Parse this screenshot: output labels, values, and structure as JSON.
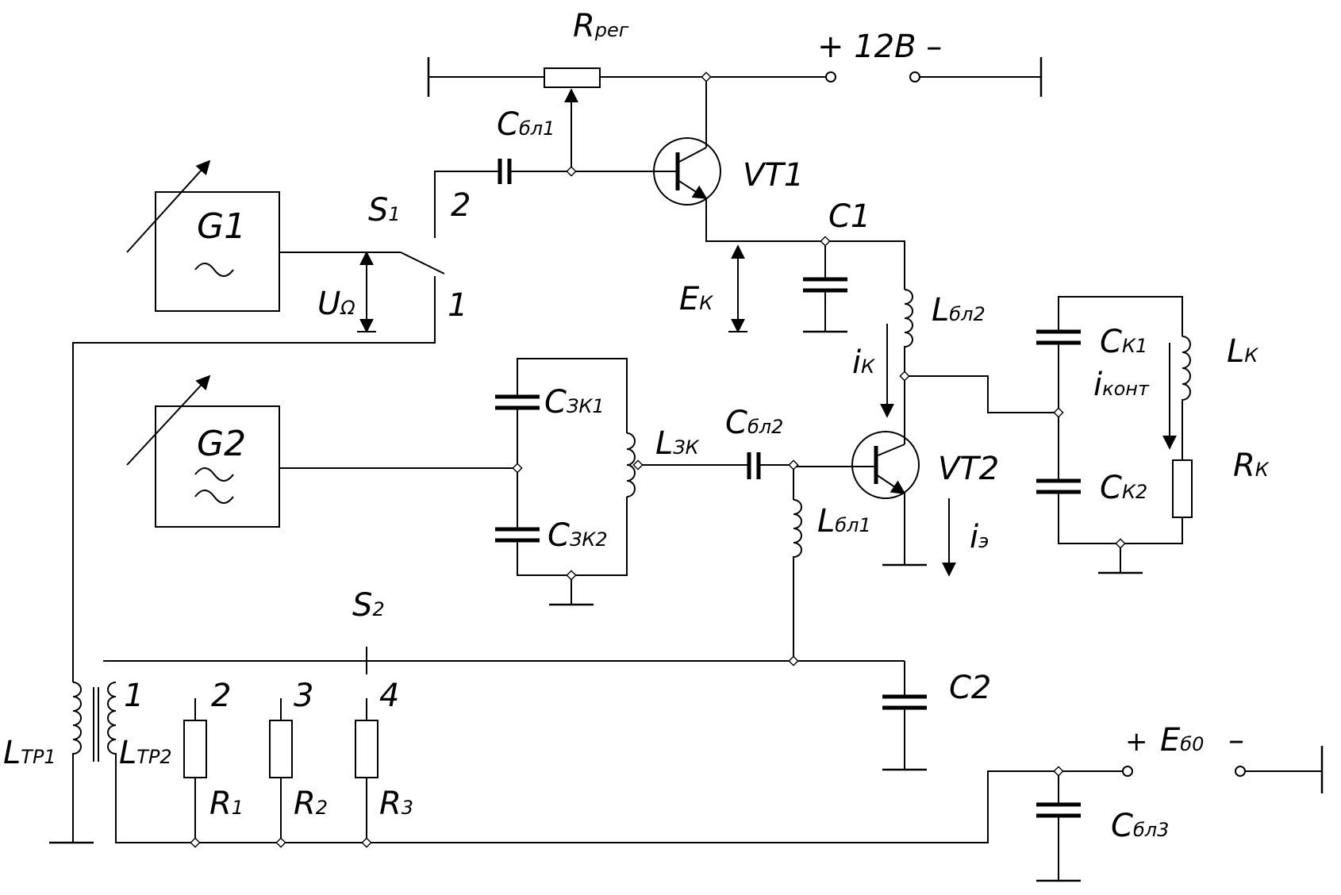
{
  "labels": {
    "rreg": {
      "main": "R",
      "sub": "рег"
    },
    "supply12": "+ 12В –",
    "cbl1": {
      "main": "C",
      "sub": "бл1"
    },
    "vt1": "VT1",
    "c1": "C1",
    "g1": "G1",
    "s1": {
      "main": "S",
      "sub": "1"
    },
    "s1_pos2": "2",
    "s1_pos1": "1",
    "uomega": {
      "main": "U",
      "sub": "Ω"
    },
    "ek": {
      "main": "E",
      "sub": "К"
    },
    "lbl2": {
      "main": "L",
      "sub": "бл2"
    },
    "ck1": {
      "main": "C",
      "sub": "К1"
    },
    "lk": {
      "main": "L",
      "sub": "К"
    },
    "ik": {
      "main": "i",
      "sub": "К"
    },
    "ikont": {
      "main": "i",
      "sub": "конт"
    },
    "g2": "G2",
    "czk1": {
      "main": "C",
      "sub": "ЗК1"
    },
    "lzk": {
      "main": "L",
      "sub": "ЗК"
    },
    "cbl2": {
      "main": "C",
      "sub": "бл2"
    },
    "vt2": "VT2",
    "rk": {
      "main": "R",
      "sub": "К"
    },
    "ck2": {
      "main": "C",
      "sub": "К2"
    },
    "czk2": {
      "main": "C",
      "sub": "ЗК2"
    },
    "lbl1": {
      "main": "L",
      "sub": "бл1"
    },
    "ie": {
      "main": "i",
      "sub": "э"
    },
    "s2": {
      "main": "S",
      "sub": "2"
    },
    "c2": "C2",
    "tap1": "1",
    "tap2": "2",
    "tap3": "3",
    "tap4": "4",
    "ltr1": {
      "main": "L",
      "sub": "ТР1"
    },
    "ltr2": {
      "main": "L",
      "sub": "ТР2"
    },
    "r1": {
      "main": "R",
      "sub": "1"
    },
    "r2": {
      "main": "R",
      "sub": "2"
    },
    "r3": {
      "main": "R",
      "sub": "3"
    },
    "ebo_plus": "+",
    "ebo": {
      "main": "E",
      "sub": "б0"
    },
    "ebo_minus": "–",
    "cbl3": {
      "main": "C",
      "sub": "бл3"
    }
  },
  "icons": {
    "generator_g1": "sine-wave-icon",
    "generator_g2": "double-sine-wave-icon",
    "adjust_arrow": "diagonal-arrow-icon"
  }
}
